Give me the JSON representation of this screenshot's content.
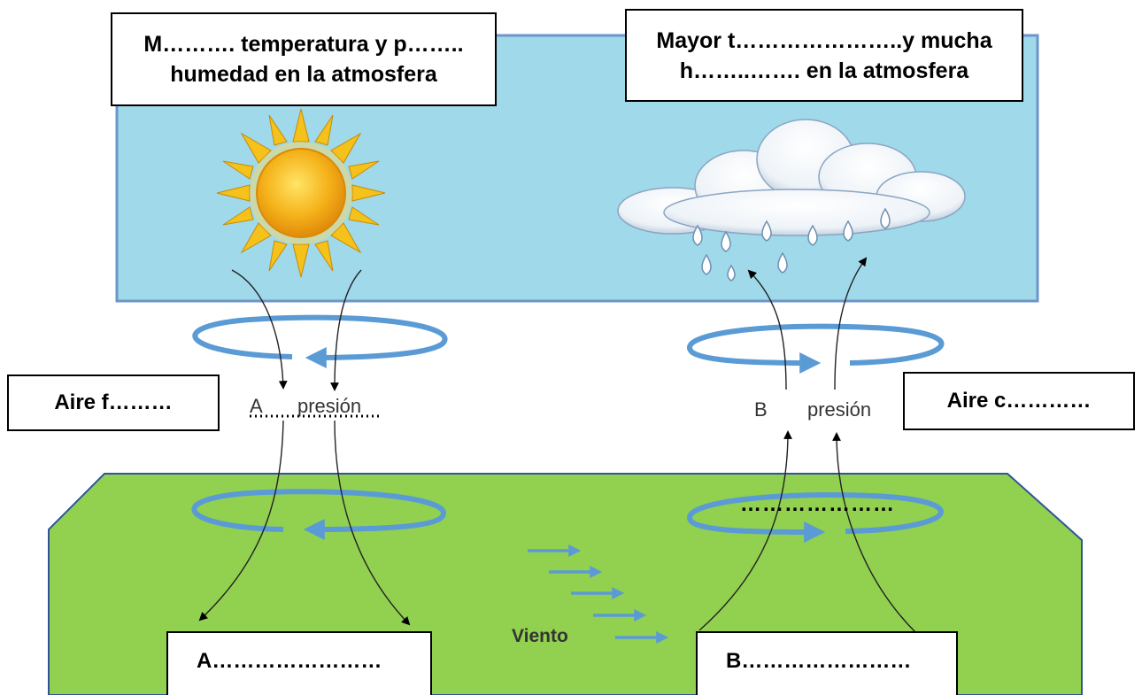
{
  "boxes": {
    "top_left_line1": "M………. temperatura y p……..",
    "top_left_line2": "humedad en la atmosfera",
    "top_right_line1": "Mayor t…………………..y mucha",
    "top_right_line2": "h……..……. en la atmosfera",
    "left_side": "Aire f………",
    "right_side": "Aire c…………",
    "bottom_left": "A……………………",
    "bottom_right": "B……………………"
  },
  "labels": {
    "left_a": "A",
    "left_presion": "presión",
    "right_b": "B",
    "right_presion": "presión",
    "wind": "Viento",
    "blank_dots": "…………………"
  },
  "colors": {
    "sky": "#9fd9ea",
    "sky_border": "#6c96c9",
    "ground": "#92d050",
    "ground_border": "#2f5597",
    "circulation": "#5b9bd5",
    "sun": "#f5b21a"
  },
  "icons": [
    "sun-icon",
    "rain-cloud-icon"
  ]
}
